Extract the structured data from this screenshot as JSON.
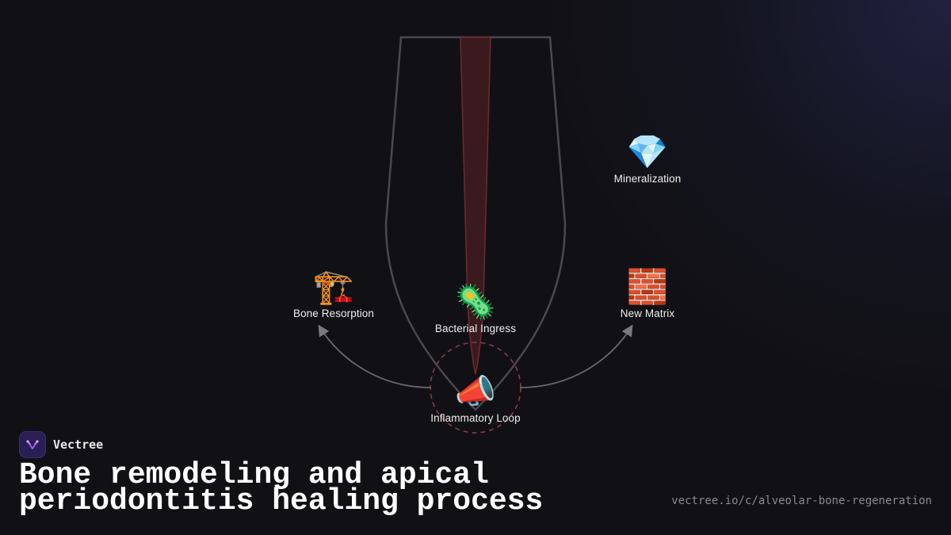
{
  "brand": {
    "name": "Vectree"
  },
  "title": "Bone remodeling and apical periodontitis healing process",
  "url": "vectree.io/c/alveolar-bone-regeneration",
  "diagram": {
    "nodes": [
      {
        "id": "mineralization",
        "label": "Mineralization",
        "icon": "gem-icon",
        "glyph": "💎"
      },
      {
        "id": "bone-resorption",
        "label": "Bone Resorption",
        "icon": "crane-icon",
        "glyph": "🏗️"
      },
      {
        "id": "bacterial-ingress",
        "label": "Bacterial Ingress",
        "icon": "microbe-icon",
        "glyph": "🦠"
      },
      {
        "id": "new-matrix",
        "label": "New Matrix",
        "icon": "bricks-icon",
        "glyph": "🧱"
      },
      {
        "id": "inflammatory-loop",
        "label": "Inflammatory Loop",
        "icon": "megaphone-icon",
        "glyph": "📣"
      }
    ],
    "edges": [
      {
        "from": "inflammatory-loop",
        "to": "bone-resorption"
      },
      {
        "from": "inflammatory-loop",
        "to": "new-matrix"
      }
    ],
    "colors": {
      "tooth_outline": "#4a4a4e",
      "canal_fill": "#3a1a1e",
      "canal_stroke": "#6e2a30",
      "loop_ring": "#8a3a44",
      "arrow": "#7a7a7e"
    }
  }
}
